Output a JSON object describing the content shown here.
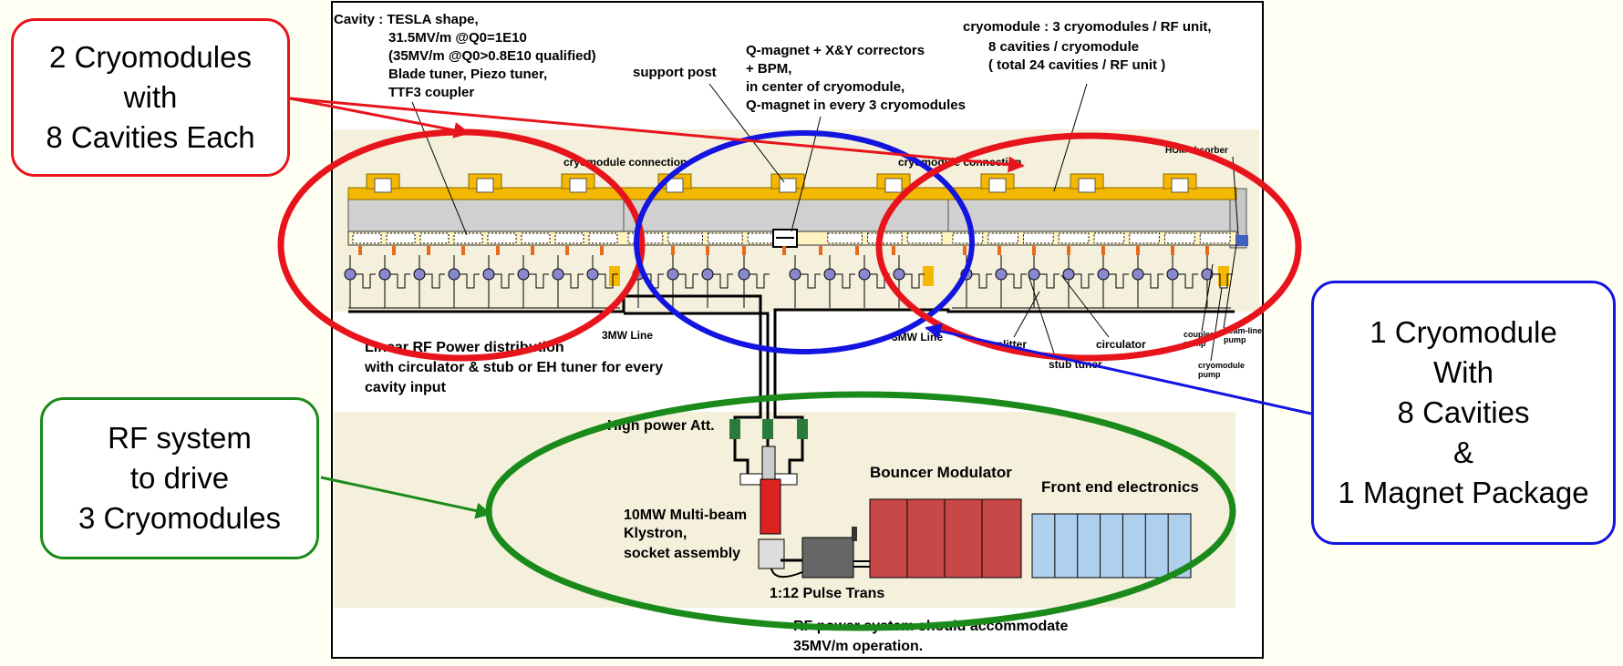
{
  "callouts": {
    "cryo2": {
      "lines": [
        "2 Cryomodules",
        "with",
        "8 Cavities Each"
      ],
      "color": "#e8141c"
    },
    "cryo1": {
      "lines": [
        "1 Cryomodule",
        "With",
        "8 Cavities",
        "&",
        "1 Magnet Package"
      ],
      "color": "#1414e0"
    },
    "rf": {
      "lines": [
        "RF system",
        "to drive",
        "3 Cryomodules"
      ],
      "color": "#1a8a1a"
    }
  },
  "diagram": {
    "cavity_text": [
      "Cavity : TESLA shape,",
      "31.5MV/m @Q0=1E10",
      "(35MV/m @Q0>0.8E10 qualified)",
      "Blade tuner, Piezo tuner,",
      "TTF3 coupler"
    ],
    "support_post": "support post",
    "qmagnet_text": [
      "Q-magnet + X&Y correctors",
      "+ BPM,",
      "in center of cryomodule,",
      "Q-magnet in every 3 cryomodules"
    ],
    "cryomodule_text": [
      "cryomodule :  3 cryomodules / RF unit,",
      "8 cavities / cryomodule",
      "( total 24 cavities / RF unit )"
    ],
    "cryo_connection_1": "cryomodule connection",
    "cryo_connection_2": "cryomodule connection",
    "hom_absorber": "HOM absorber",
    "line_3mw_1": "3MW Line",
    "line_3mw_2": "3MW Line",
    "linear_rf_text": [
      "Linear RF Power distribution",
      " with circulator & stub or EH tuner for every",
      "cavity input"
    ],
    "splitter": "splitter",
    "circulator": "circulator",
    "stub_tuner": "stub tuner",
    "coupler_pump": [
      "coupler",
      "pump"
    ],
    "beamline_pump": [
      "beam-line",
      "pump"
    ],
    "cryomodule_pump": [
      "cryomodule",
      "pump"
    ],
    "high_power_att": "High power Att.",
    "bouncer_modulator": "Bouncer Modulator",
    "front_end": "Front end electronics",
    "klystron_text": [
      "10MW Multi-beam",
      "Klystron,",
      "socket assembly"
    ],
    "pulse_trans": "1:12 Pulse Trans",
    "rf_power_note": [
      "RF power system should accommodate",
      "35MV/m operation."
    ]
  },
  "colors": {
    "page_bg": "#fffff4",
    "panel_bg": "#f5f0dc",
    "cryo_top": "#f5b800",
    "cryo_body": "#d0d0d0",
    "modulator": "#c84848",
    "frontend": "#aed0ee",
    "klystron": "#dd2222",
    "attenuator": "#2a7a3a",
    "red": "#e8141c",
    "blue": "#1414e0",
    "green": "#1a8a1a"
  }
}
